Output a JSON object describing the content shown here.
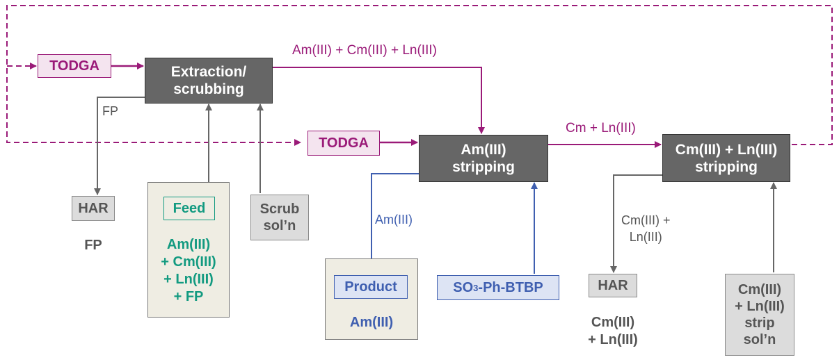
{
  "boxes": {
    "extraction": "Extraction/\nscrubbing",
    "am_stripping": "Am(III)\nstripping",
    "cm_stripping": "Cm(III) + Ln(III)\nstripping",
    "todga_1": "TODGA",
    "todga_2": "TODGA",
    "har_1": "HAR",
    "har_2": "HAR",
    "feed": "Feed",
    "scrub": "Scrub\nsol’n",
    "product": "Product",
    "btbp_pre": "SO",
    "btbp_sub": "3",
    "btbp_post": "-Ph-BTBP",
    "cm_strip_sol": "Cm(III)\n+ Ln(III)\nstrip\nsol’n"
  },
  "labels": {
    "am_cm_ln": "Am(III) + Cm(III) + Ln(III)",
    "cm_ln": "Cm + Ln(III)",
    "fp_arrow": "FP",
    "am_arrow": "Am(III)",
    "cm_ln_arrow": "Cm(III) +\nLn(III)",
    "har_fp": "FP",
    "feed_contents": "Am(III)\n+ Cm(III)\n+ Ln(III)\n+ FP",
    "product_contents": "Am(III)",
    "har_cm_ln": "Cm(III)\n+ Ln(III)"
  },
  "colors": {
    "organic": "#9a1a78",
    "aqueous": "#666666",
    "feed": "#129a80",
    "product": "#3f5fb0"
  }
}
